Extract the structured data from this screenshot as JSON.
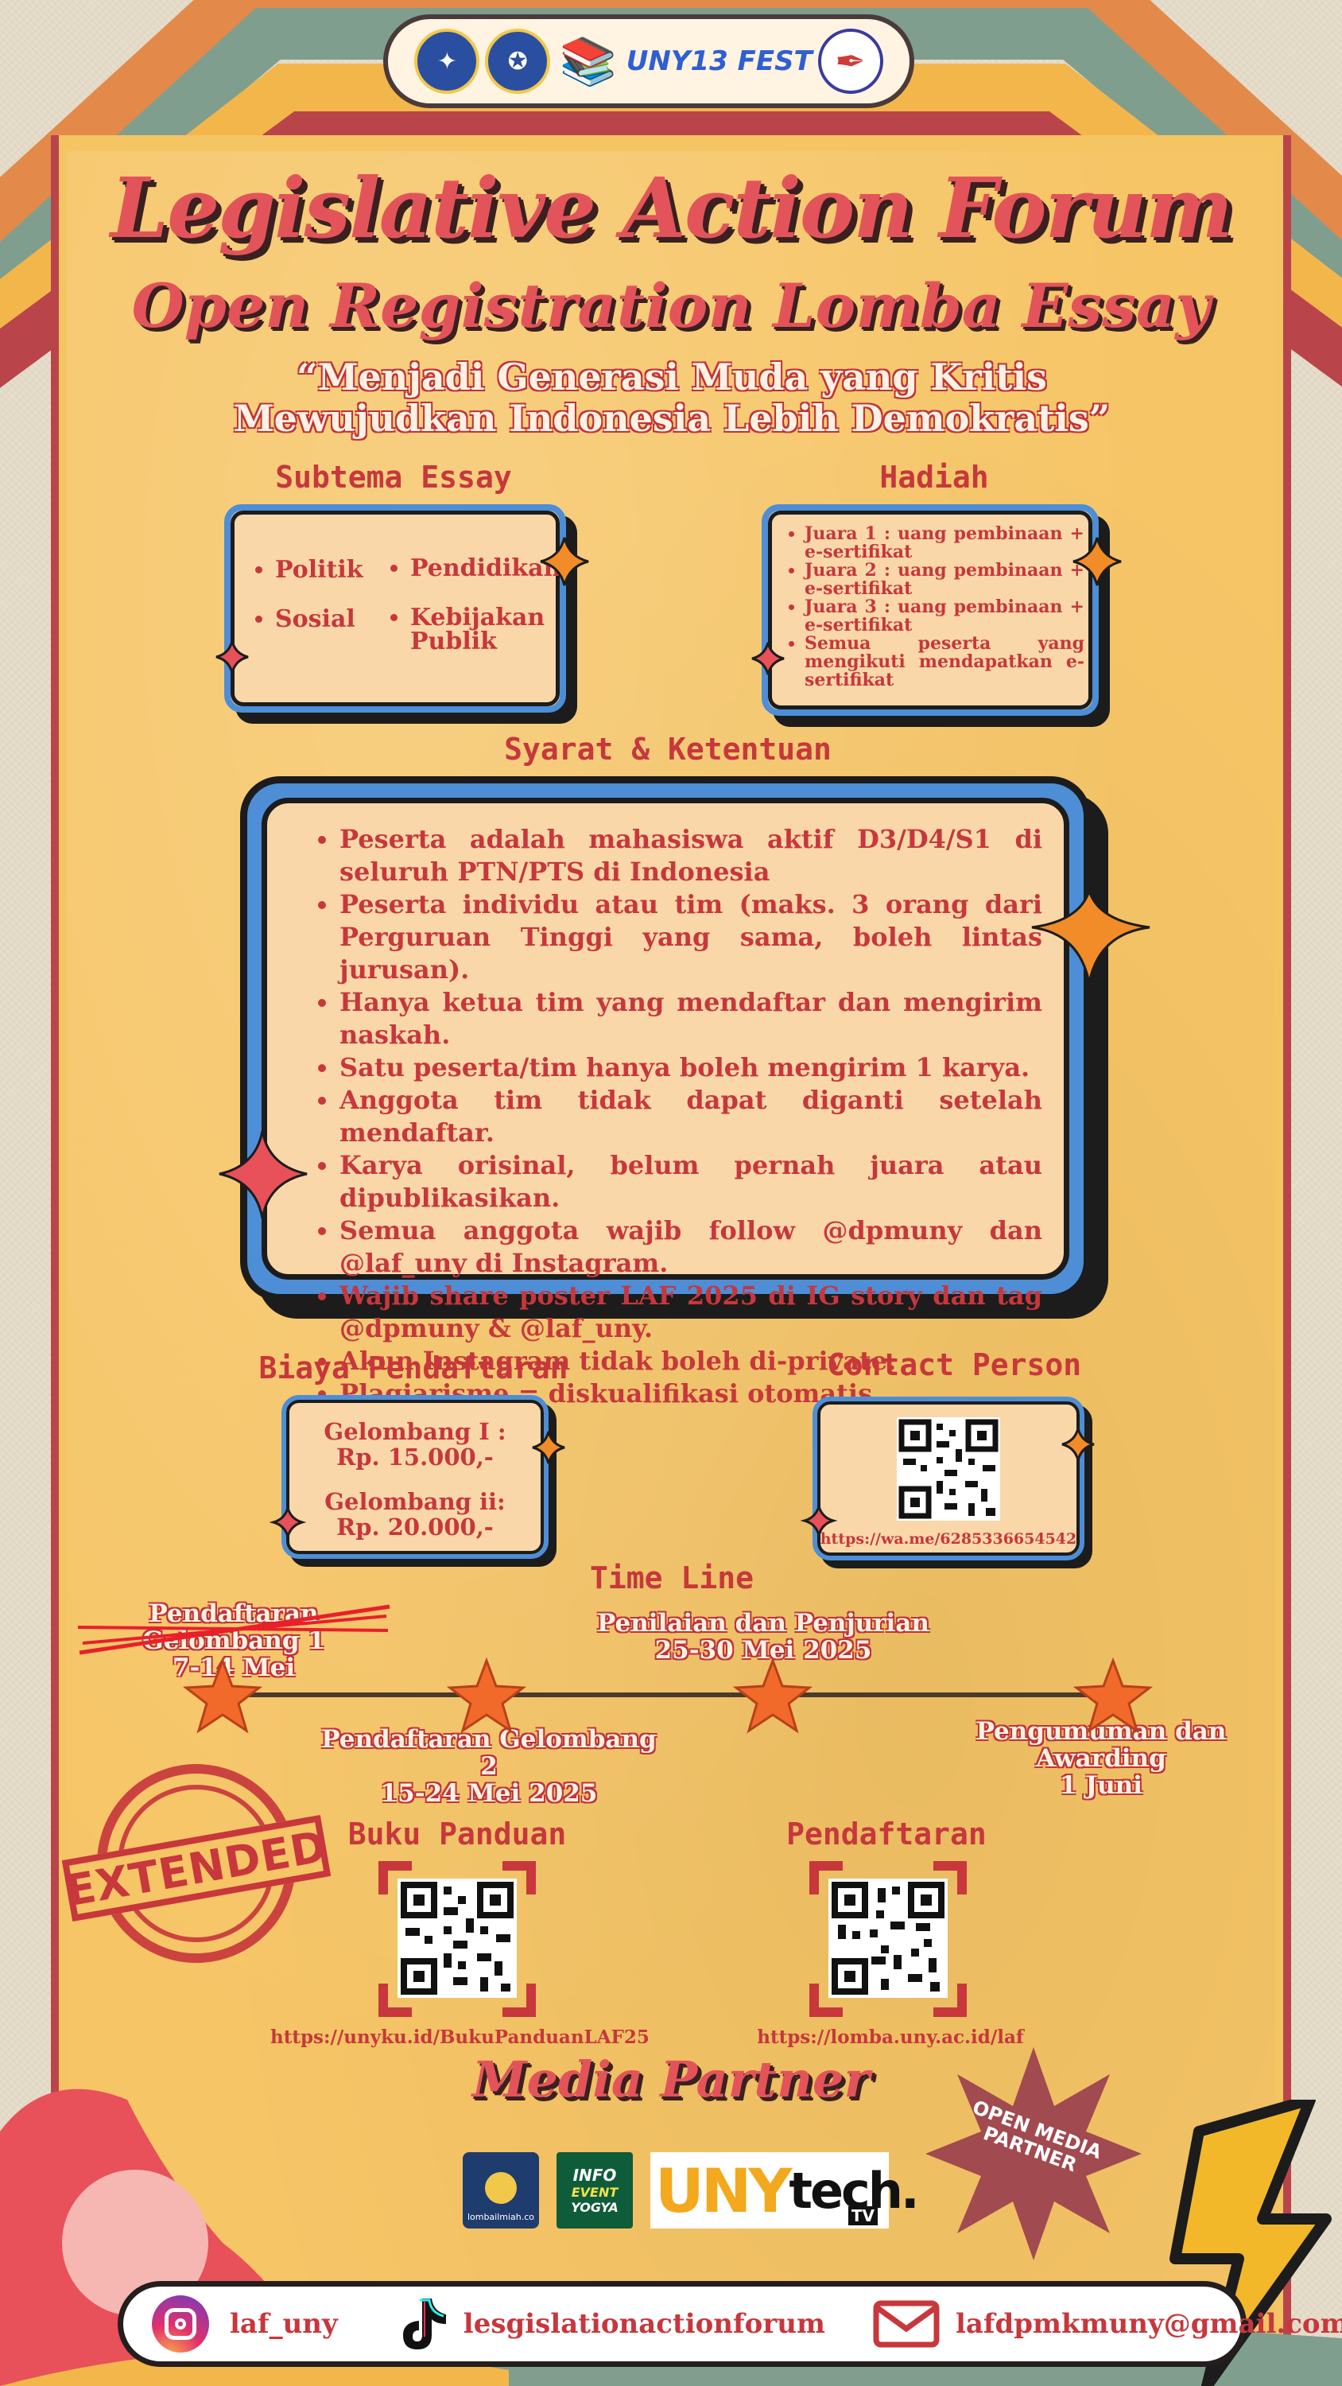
{
  "header_logos": [
    "logo-uny",
    "logo-dpm",
    "logo-books",
    "logo-unyfest",
    "logo-pen"
  ],
  "header_logo_text": {
    "unyfest": "UNY13 FEST"
  },
  "title": "Legislative Action Forum",
  "subtitle": "Open Registration Lomba Essay",
  "theme": "“Menjadi Generasi Muda yang Kritis Mewujudkan Indonesia Lebih Demokratis”",
  "subtema": {
    "heading": "Subtema Essay",
    "items": [
      "Politik",
      "Pendidikan",
      "Sosial",
      "Kebijakan Publik"
    ]
  },
  "hadiah": {
    "heading": "Hadiah",
    "items": [
      "Juara 1 : uang pembinaan + e-sertifikat",
      "Juara 2 : uang pembinaan + e-sertifikat",
      "Juara 3 : uang pembinaan + e-sertifikat",
      "Semua peserta yang mengikuti mendapatkan e-sertifikat"
    ]
  },
  "syarat": {
    "heading": "Syarat & Ketentuan",
    "items": [
      "Peserta adalah mahasiswa aktif D3/D4/S1 di seluruh PTN/PTS di Indonesia",
      "Peserta individu atau tim (maks. 3 orang dari Perguruan Tinggi yang sama, boleh lintas jurusan).",
      "Hanya ketua tim yang mendaftar dan mengirim naskah.",
      "Satu peserta/tim hanya boleh mengirim 1 karya.",
      "Anggota tim tidak dapat diganti setelah mendaftar.",
      "Karya orisinal, belum pernah juara atau dipublikasikan.",
      "Semua anggota wajib follow @dpmuny dan @laf_uny di Instagram.",
      "Wajib share poster LAF 2025 di IG story dan tag @dpmuny & @laf_uny.",
      "Akun Instagram tidak boleh di-private.",
      "Plagiarisme = diskualifikasi otomatis."
    ]
  },
  "biaya": {
    "heading": "Biaya Pendaftaran",
    "g1_label": "Gelombang I :",
    "g1_price": "Rp. 15.000,-",
    "g2_label": "Gelombang ii:",
    "g2_price": "Rp. 20.000,-"
  },
  "contact": {
    "heading": "Contact Person",
    "url": "https://wa.me/6285336654542"
  },
  "timeline": {
    "heading": "Time Line",
    "e1_title": "Pendaftaran Gelombang 1",
    "e1_date": "7-14 Mei",
    "e2_title": "Pendaftaran Gelombang 2",
    "e2_date": "15-24 Mei 2025",
    "e3_title": "Penilaian dan Penjurian",
    "e3_date": "25-30 Mei 2025",
    "e4_title": "Pengumuman dan Awarding",
    "e4_date": "1 Juni"
  },
  "stamp": "EXTENDED",
  "buku": {
    "heading": "Buku Panduan",
    "url": "https://unyku.id/BukuPanduanLAF25"
  },
  "pendaftaran": {
    "heading": "Pendaftaran",
    "url": "https://lomba.uny.ac.id/laf"
  },
  "media_partner": {
    "heading": "Media Partner",
    "partner1": "lombailmiah.co",
    "partner2_line1": "INFO",
    "partner2_line2": "EVENT",
    "partner2_line3": "YOGYA",
    "partner3_a": "UNY",
    "partner3_b": "tech.",
    "partner3_c": "TV",
    "badge": "OPEN MEDIA PARTNER"
  },
  "social": {
    "instagram": "laf_uny",
    "tiktok": "lesgislationactionforum",
    "email": "lafdpmkmuny@gmail.com"
  },
  "colors": {
    "paper": "#f6c566",
    "red": "#c7373c",
    "blue": "#4d8ed7",
    "box": "#fad7a9",
    "star_orange": "#f28c28",
    "star_red": "#e8505a"
  }
}
